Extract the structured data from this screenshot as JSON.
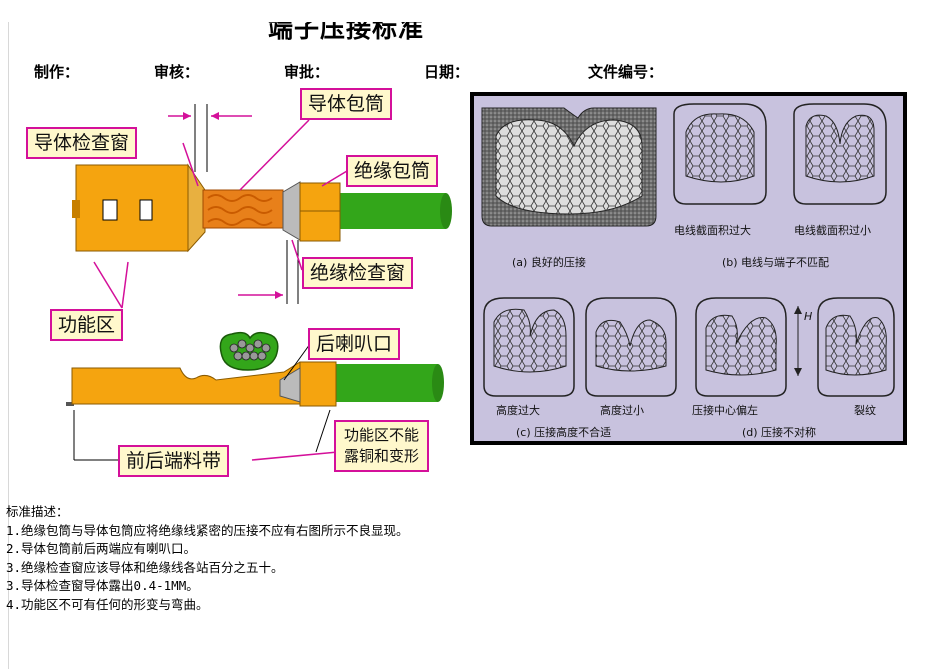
{
  "title": "端子压接标准",
  "meta": {
    "made_by": "制作：",
    "reviewed_by": "审核：",
    "approved_by": "审批：",
    "date": "日期：",
    "doc_no": "文件编号："
  },
  "callouts": {
    "conductor_barrel": "导体包筒",
    "conductor_window": "导体检查窗",
    "insulation_barrel": "绝缘包筒",
    "insulation_window": "绝缘检查窗",
    "function_zone": "功能区",
    "bellmouth": "后喇叭口",
    "carrier_strip": "前后端料带",
    "function_zone_note_1": "功能区不能",
    "function_zone_note_2": "露铜和变形"
  },
  "panel": {
    "cap_a": "(a) 良好的压接",
    "cap_b": "(b) 电线与端子不匹配",
    "cap_b1": "电线截面积过大",
    "cap_b2": "电线截面积过小",
    "cap_c": "(c) 压接高度不合适",
    "cap_c1": "高度过大",
    "cap_c2": "高度过小",
    "cap_d": "(d) 压接不对称",
    "cap_d1": "压接中心偏左",
    "cap_d2": "裂纹",
    "height_mark": "H"
  },
  "description": {
    "heading": "标准描述：",
    "items": [
      "1.绝缘包筒与导体包筒应将绝缘线紧密的压接不应有右图所示不良显现。",
      "2.导体包筒前后两端应有喇叭口。",
      "3.绝缘检查窗应该导体和绝缘线各站百分之五十。",
      "3.导体检查窗导体露出0.4-1MM。",
      "4.功能区不可有任何的形变与弯曲。"
    ]
  },
  "colors": {
    "terminal_orange": "#f5a40f",
    "wire_green": "#33a61a",
    "copper": "#e8801a",
    "callout_border": "#d4109a",
    "callout_fill": "#fff8cc",
    "panel_bg": "#c8c2de"
  }
}
